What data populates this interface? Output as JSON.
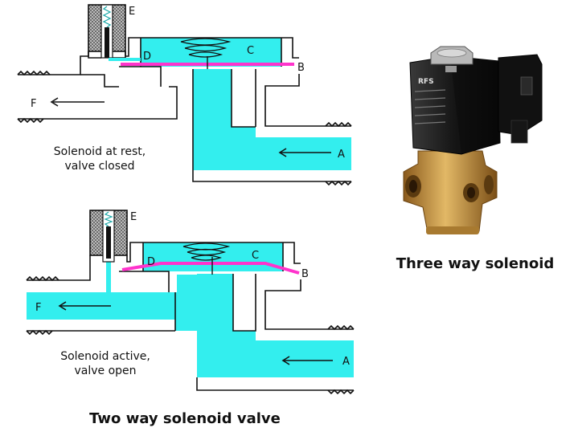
{
  "top_diagram": {
    "labels": {
      "e": "E",
      "d": "D",
      "c": "C",
      "b": "B",
      "f": "F",
      "a": "A"
    },
    "caption_line1": "Solenoid at rest,",
    "caption_line2": "valve closed"
  },
  "bottom_diagram": {
    "labels": {
      "e": "E",
      "d": "D",
      "c": "C",
      "b": "B",
      "f": "F",
      "a": "A"
    },
    "caption_line1": "Solenoid active,",
    "caption_line2": "valve open"
  },
  "photo": {
    "brand": "RFS",
    "caption": "Three way solenoid"
  },
  "main_caption": "Two way solenoid valve",
  "colors": {
    "fluid": "#33eeee",
    "diaphragm": "#ff33cc",
    "brass": "#c8963c",
    "coil": "#1a1a1a"
  }
}
